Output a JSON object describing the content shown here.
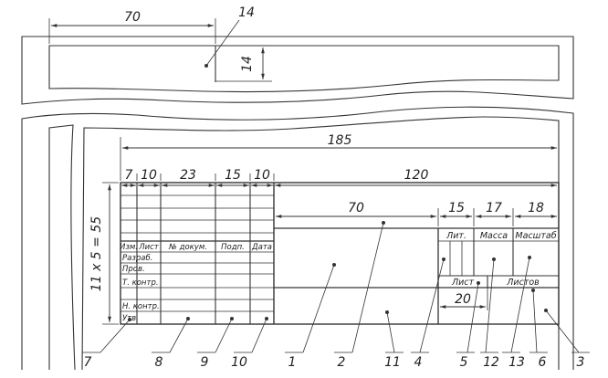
{
  "dimensions": {
    "top_width": "70",
    "top_height": "14",
    "total_width": "185",
    "col_7": "7",
    "col_10a": "10",
    "col_23": "23",
    "col_15": "15",
    "col_10b": "10",
    "right_120": "120",
    "field_70": "70",
    "lit_15": "15",
    "massa_17": "17",
    "masshtab_18": "18",
    "list_20": "20",
    "height": "11 x 5 = 55"
  },
  "table": {
    "headers": [
      "Изм.",
      "Лист",
      "№ докум.",
      "Подп.",
      "Дата"
    ],
    "rows": [
      "Разраб.",
      "Пров.",
      "Т. контр.",
      "Н. контр.",
      "Утв."
    ],
    "lit": "Лит.",
    "massa": "Масса",
    "masshtab": "Масштаб",
    "list": "Лист",
    "listov": "Листов"
  },
  "callouts": {
    "c14": "14",
    "c7": "7",
    "c8": "8",
    "c9": "9",
    "c10": "10",
    "c1": "1",
    "c2": "2",
    "c11": "11",
    "c4": "4",
    "c5": "5",
    "c12": "12",
    "c13": "13",
    "c6": "6",
    "c3": "3"
  }
}
